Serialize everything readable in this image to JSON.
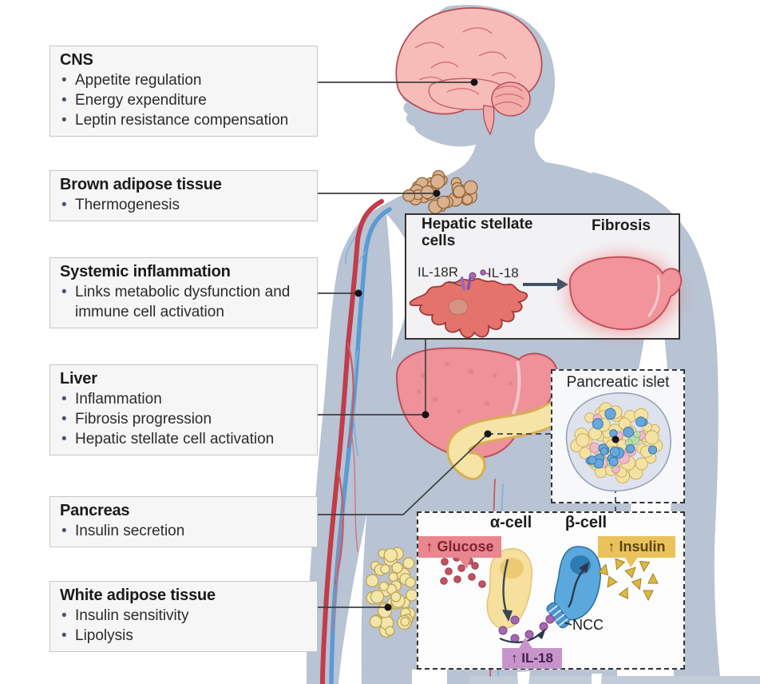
{
  "organ_boxes": [
    {
      "title": "CNS",
      "bullets": [
        "Appetite regulation",
        "Energy expenditure",
        "Leptin resistance compensation"
      ]
    },
    {
      "title": "Brown adipose tissue",
      "bullets": [
        "Thermogenesis"
      ]
    },
    {
      "title": "Systemic inflammation",
      "bullets": [
        "Links metabolic dysfunction and immune cell activation"
      ]
    },
    {
      "title": "Liver",
      "bullets": [
        "Inflammation",
        "Fibrosis progression",
        "Hepatic stellate cell activation"
      ]
    },
    {
      "title": "Pancreas",
      "bullets": [
        "Insulin secretion"
      ]
    },
    {
      "title": "White adipose tissue",
      "bullets": [
        "Insulin sensitivity",
        "Lipolysis"
      ]
    }
  ],
  "hepatic_inset": {
    "title": "Hepatic stellate cells",
    "receptor_label": "IL-18R",
    "ligand_label": "IL-18",
    "outcome_label": "Fibrosis"
  },
  "islet_inset": {
    "title": "Pancreatic islet"
  },
  "cells_inset": {
    "alpha_cell_label": "α-cell",
    "beta_cell_label": "β-cell",
    "glucose_tag": "↑ Glucose",
    "insulin_tag": "↑ Insulin",
    "il18_tag": "↑ IL-18",
    "ncc_label": "NCC"
  },
  "colors": {
    "body_silhouette": "#b8c3d3",
    "artery_red": "#c23c4a",
    "vein_blue": "#5b9bd1",
    "brain_pink": "#f7bcb8",
    "liver_red": "#ee9199",
    "pancreas_yellow": "#f6e4a6",
    "brown_adipose": "#dab28d",
    "white_adipose": "#f3e6ab",
    "stellate_cell": "#e4736b",
    "alpha_cell": "#f7df9e",
    "beta_cell": "#5ba8dc",
    "glucose_tag_bg": "#e9868f",
    "insulin_tag_bg": "#eac25c",
    "il18_tag_bg": "#c795cb",
    "il18_molecule": "#a467b0",
    "connector_line": "#3f3f3f"
  }
}
